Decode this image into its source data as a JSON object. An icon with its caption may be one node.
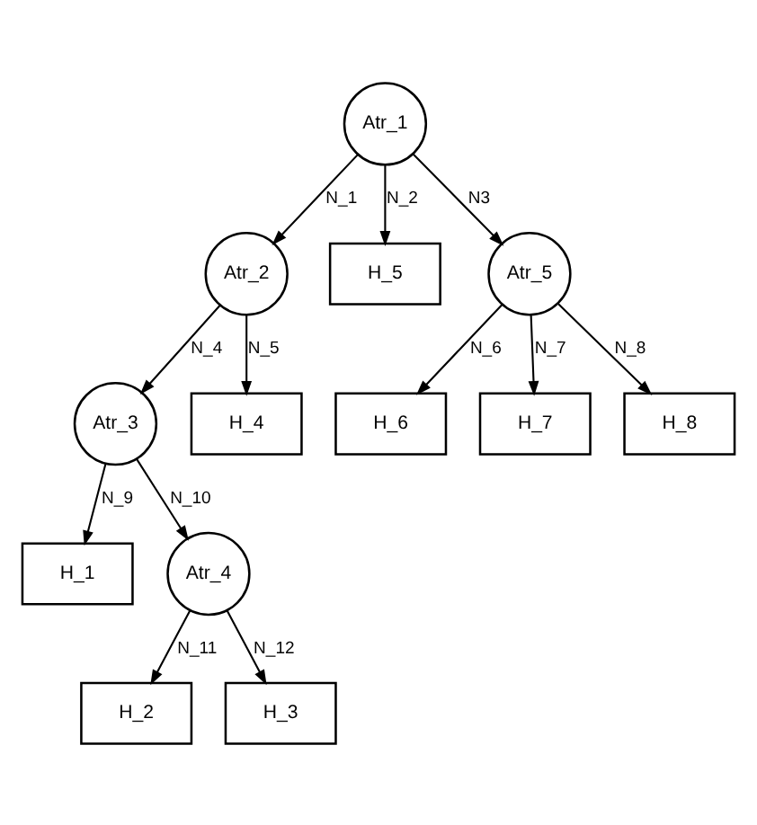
{
  "diagram": {
    "nodes": [
      {
        "text": [
          "Atr_1"
        ]
      },
      {
        "text": [
          "Atr_2"
        ]
      },
      {
        "text": [
          "H_5"
        ]
      },
      {
        "text": [
          "Atr_5"
        ]
      },
      {
        "text": [
          "Atr_3"
        ]
      },
      {
        "text": [
          "H_4"
        ]
      },
      {
        "text": [
          "H_6"
        ]
      },
      {
        "text": [
          "H_7"
        ]
      },
      {
        "text": [
          "H_8"
        ]
      },
      {
        "text": [
          "H_1"
        ]
      },
      {
        "text": [
          "Atr_4"
        ]
      },
      {
        "text": [
          "H_2"
        ]
      },
      {
        "text": [
          "H_3"
        ]
      }
    ],
    "edges": [
      {
        "from": 0,
        "to": 1,
        "arrow": "to",
        "label": "N_1"
      },
      {
        "from": 0,
        "to": 2,
        "arrow": "to",
        "label": "N_2"
      },
      {
        "from": 0,
        "to": 3,
        "arrow": "to",
        "label": "N3"
      },
      {
        "from": 1,
        "to": 4,
        "arrow": "to",
        "label": "N_4"
      },
      {
        "from": 1,
        "to": 5,
        "arrow": "to",
        "label": "N_5"
      },
      {
        "from": 3,
        "to": 6,
        "arrow": "to",
        "label": "N_6"
      },
      {
        "from": 3,
        "to": 7,
        "arrow": "to",
        "label": "N_7"
      },
      {
        "from": 3,
        "to": 8,
        "arrow": "to",
        "label": "N_8"
      },
      {
        "from": 4,
        "to": 9,
        "arrow": "to",
        "label": "N_9"
      },
      {
        "from": 4,
        "to": 10,
        "arrow": "to",
        "label": "N_10"
      },
      {
        "from": 10,
        "to": 11,
        "arrow": "to",
        "label": "N_11"
      },
      {
        "from": 10,
        "to": 12,
        "arrow": "to",
        "label": "N_12"
      }
    ]
  }
}
